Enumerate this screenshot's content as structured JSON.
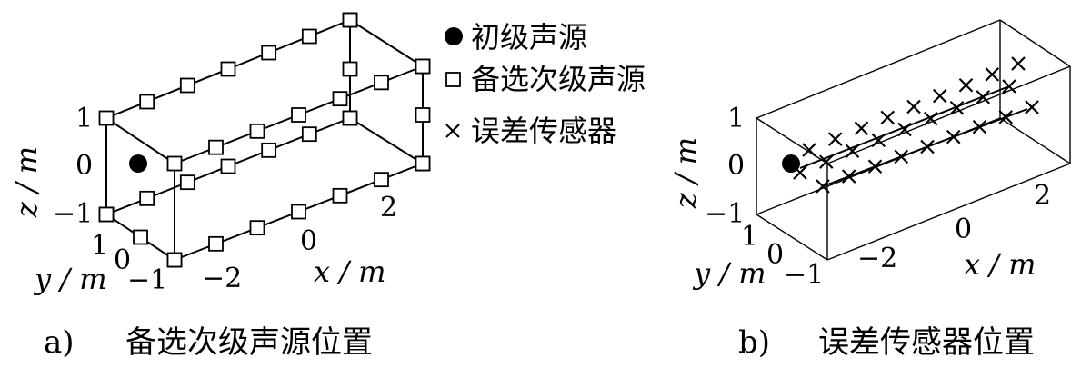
{
  "legend": {
    "primary_label": "初级声源",
    "secondary_label": "备选次级声源",
    "sensor_label": "误差传感器"
  },
  "panel_a": {
    "tag": "a)",
    "caption": "备选次级声源位置",
    "z_ticks": [
      "1",
      "0",
      "−1"
    ],
    "z_label": "z / m",
    "y_ticks": [
      "1",
      "0",
      "−1"
    ],
    "y_label": "y / m",
    "x_ticks": [
      "−2",
      "0",
      "2"
    ],
    "x_label": "x / m"
  },
  "panel_b": {
    "tag": "b)",
    "caption": "误差传感器位置",
    "z_ticks": [
      "1",
      "0",
      "−1"
    ],
    "z_label": "z / m",
    "y_ticks": [
      "1",
      "0",
      "−1"
    ],
    "y_label": "y / m",
    "x_ticks": [
      "−2",
      "0",
      "2"
    ],
    "x_label": "x / m"
  },
  "chart_data": [
    {
      "type": "scatter",
      "panel": "a",
      "series": [
        {
          "name": "初级声源",
          "marker": "filled-circle",
          "points": [
            [
              -3,
              0,
              0
            ]
          ]
        },
        {
          "name": "备选次级声源",
          "marker": "square",
          "description_of_positions": "distributed along the edges of the rectangular box"
        }
      ],
      "xlim": [
        -3,
        3
      ],
      "ylim": [
        -1,
        1
      ],
      "zlim": [
        -1,
        1
      ]
    },
    {
      "type": "scatter",
      "panel": "b",
      "series": [
        {
          "name": "初级声源",
          "marker": "filled-circle",
          "points": [
            [
              -3,
              0,
              0
            ]
          ]
        },
        {
          "name": "误差传感器",
          "marker": "cross",
          "description_of_positions": "two rows along the interior diagonal planes of the box"
        }
      ],
      "xlim": [
        -3,
        3
      ],
      "ylim": [
        -1,
        1
      ],
      "zlim": [
        -1,
        1
      ]
    }
  ]
}
